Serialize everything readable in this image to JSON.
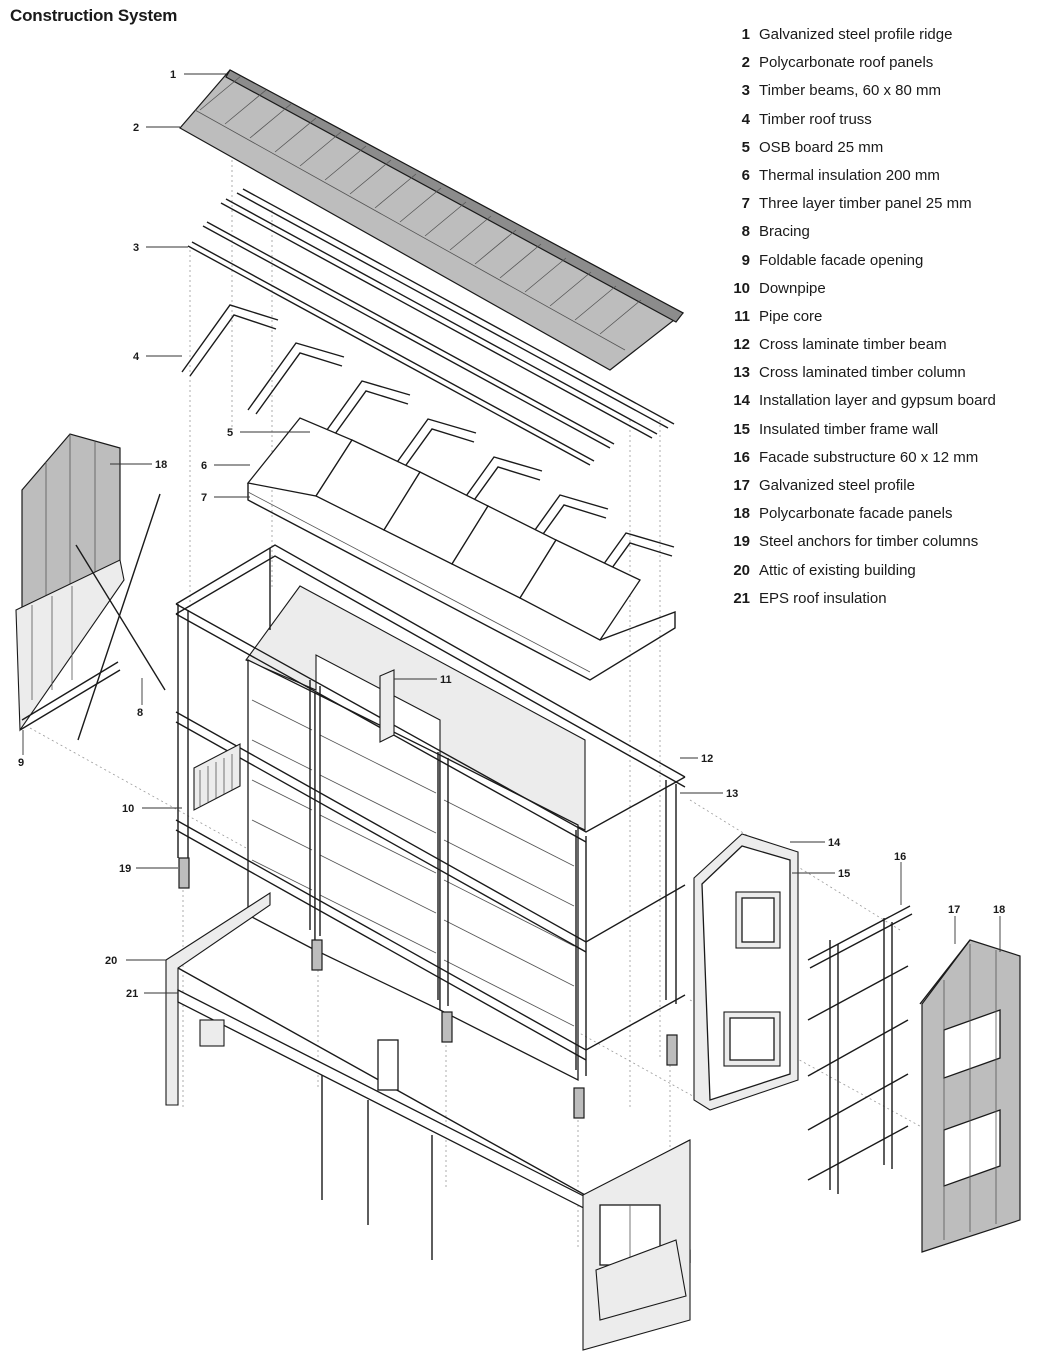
{
  "title": "Construction System",
  "legend": [
    {
      "num": "1",
      "label": "Galvanized steel profile ridge"
    },
    {
      "num": "2",
      "label": "Polycarbonate roof panels"
    },
    {
      "num": "3",
      "label": "Timber beams, 60 x 80 mm"
    },
    {
      "num": "4",
      "label": "Timber roof truss"
    },
    {
      "num": "5",
      "label": "OSB board 25 mm"
    },
    {
      "num": "6",
      "label": "Thermal insulation 200 mm"
    },
    {
      "num": "7",
      "label": "Three layer timber panel 25 mm"
    },
    {
      "num": "8",
      "label": "Bracing"
    },
    {
      "num": "9",
      "label": "Foldable facade opening"
    },
    {
      "num": "10",
      "label": "Downpipe"
    },
    {
      "num": "11",
      "label": "Pipe core"
    },
    {
      "num": "12",
      "label": "Cross laminate timber beam"
    },
    {
      "num": "13",
      "label": "Cross laminated timber column"
    },
    {
      "num": "14",
      "label": "Installation layer and gypsum board"
    },
    {
      "num": "15",
      "label": "Insulated timber frame wall"
    },
    {
      "num": "16",
      "label": "Facade substructure 60 x 12 mm"
    },
    {
      "num": "17",
      "label": "Galvanized steel profile"
    },
    {
      "num": "18",
      "label": "Polycarbonate facade panels"
    },
    {
      "num": "19",
      "label": "Steel anchors for timber columns"
    },
    {
      "num": "20",
      "label": "Attic of existing building"
    },
    {
      "num": "21",
      "label": "EPS roof insulation"
    }
  ],
  "callouts": [
    "1",
    "2",
    "3",
    "4",
    "5",
    "6",
    "7",
    "18",
    "8",
    "9",
    "11",
    "12",
    "13",
    "10",
    "14",
    "15",
    "19",
    "16",
    "17",
    "18",
    "20",
    "21"
  ]
}
